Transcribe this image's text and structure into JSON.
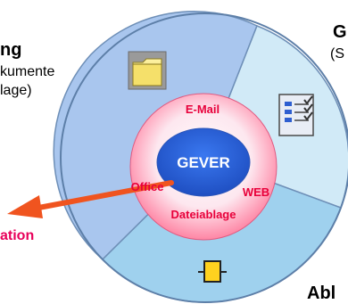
{
  "left_panel": {
    "heading": "ng",
    "line1": "kumente",
    "line2": "lage)",
    "bottom_label": "ation"
  },
  "right_panel": {
    "heading": "G",
    "sub": "(S"
  },
  "bottom_panel": {
    "label": "Abl"
  },
  "inner_ring": {
    "email": "E-Mail",
    "office": "Office",
    "web": "WEB",
    "ablage": "Dateiablage"
  },
  "center": {
    "label": "GEVER"
  },
  "icons": [
    "folder-icon",
    "document-list-icon",
    "box-icon"
  ],
  "colors": {
    "ring_sky": "#a9c6ee",
    "ring_light": "#d1eaf7",
    "ring_bottom": "#9fd1ee",
    "inner_pink": "#ff6f93",
    "core_blue": "#2f63d8",
    "arrow": "#f0541f",
    "label_red": "#e8003a"
  }
}
